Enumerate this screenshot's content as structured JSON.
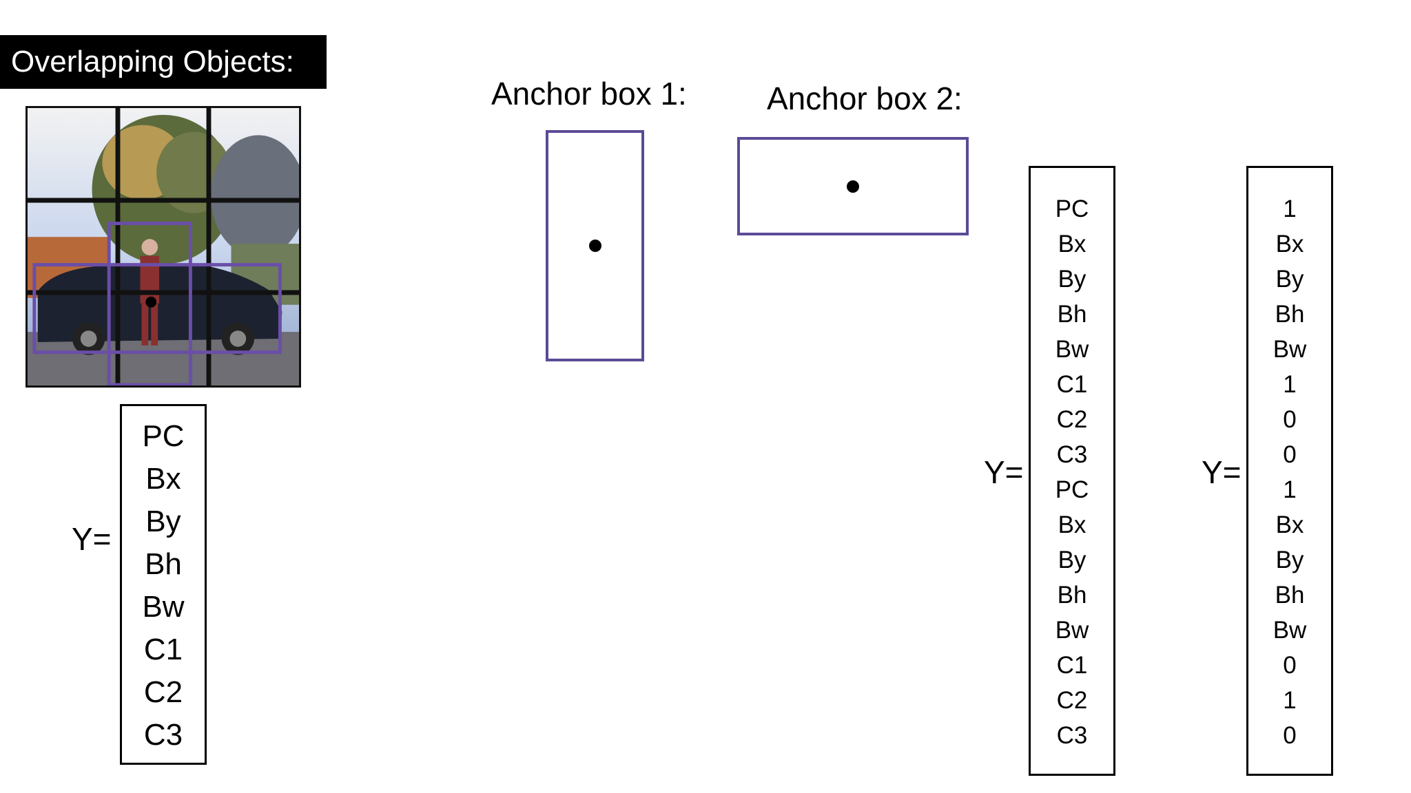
{
  "title": "Overlapping Objects:",
  "anchor_box_1_label": "Anchor box 1:",
  "anchor_box_2_label": "Anchor box 2:",
  "y_label": "Y=",
  "vector_single": [
    "PC",
    "Bx",
    "By",
    "Bh",
    "Bw",
    "C1",
    "C2",
    "C3"
  ],
  "vector_two_anchors": [
    "PC",
    "Bx",
    "By",
    "Bh",
    "Bw",
    "C1",
    "C2",
    "C3",
    "PC",
    "Bx",
    "By",
    "Bh",
    "Bw",
    "C1",
    "C2",
    "C3"
  ],
  "vector_example": [
    "1",
    "Bx",
    "By",
    "Bh",
    "Bw",
    "1",
    "0",
    "0",
    "1",
    "Bx",
    "By",
    "Bh",
    "Bw",
    "0",
    "1",
    "0"
  ],
  "colors": {
    "anchor_stroke": "#5b4a96",
    "grid_lines": "#111111",
    "banner_bg": "#000000",
    "banner_text": "#ffffff"
  }
}
